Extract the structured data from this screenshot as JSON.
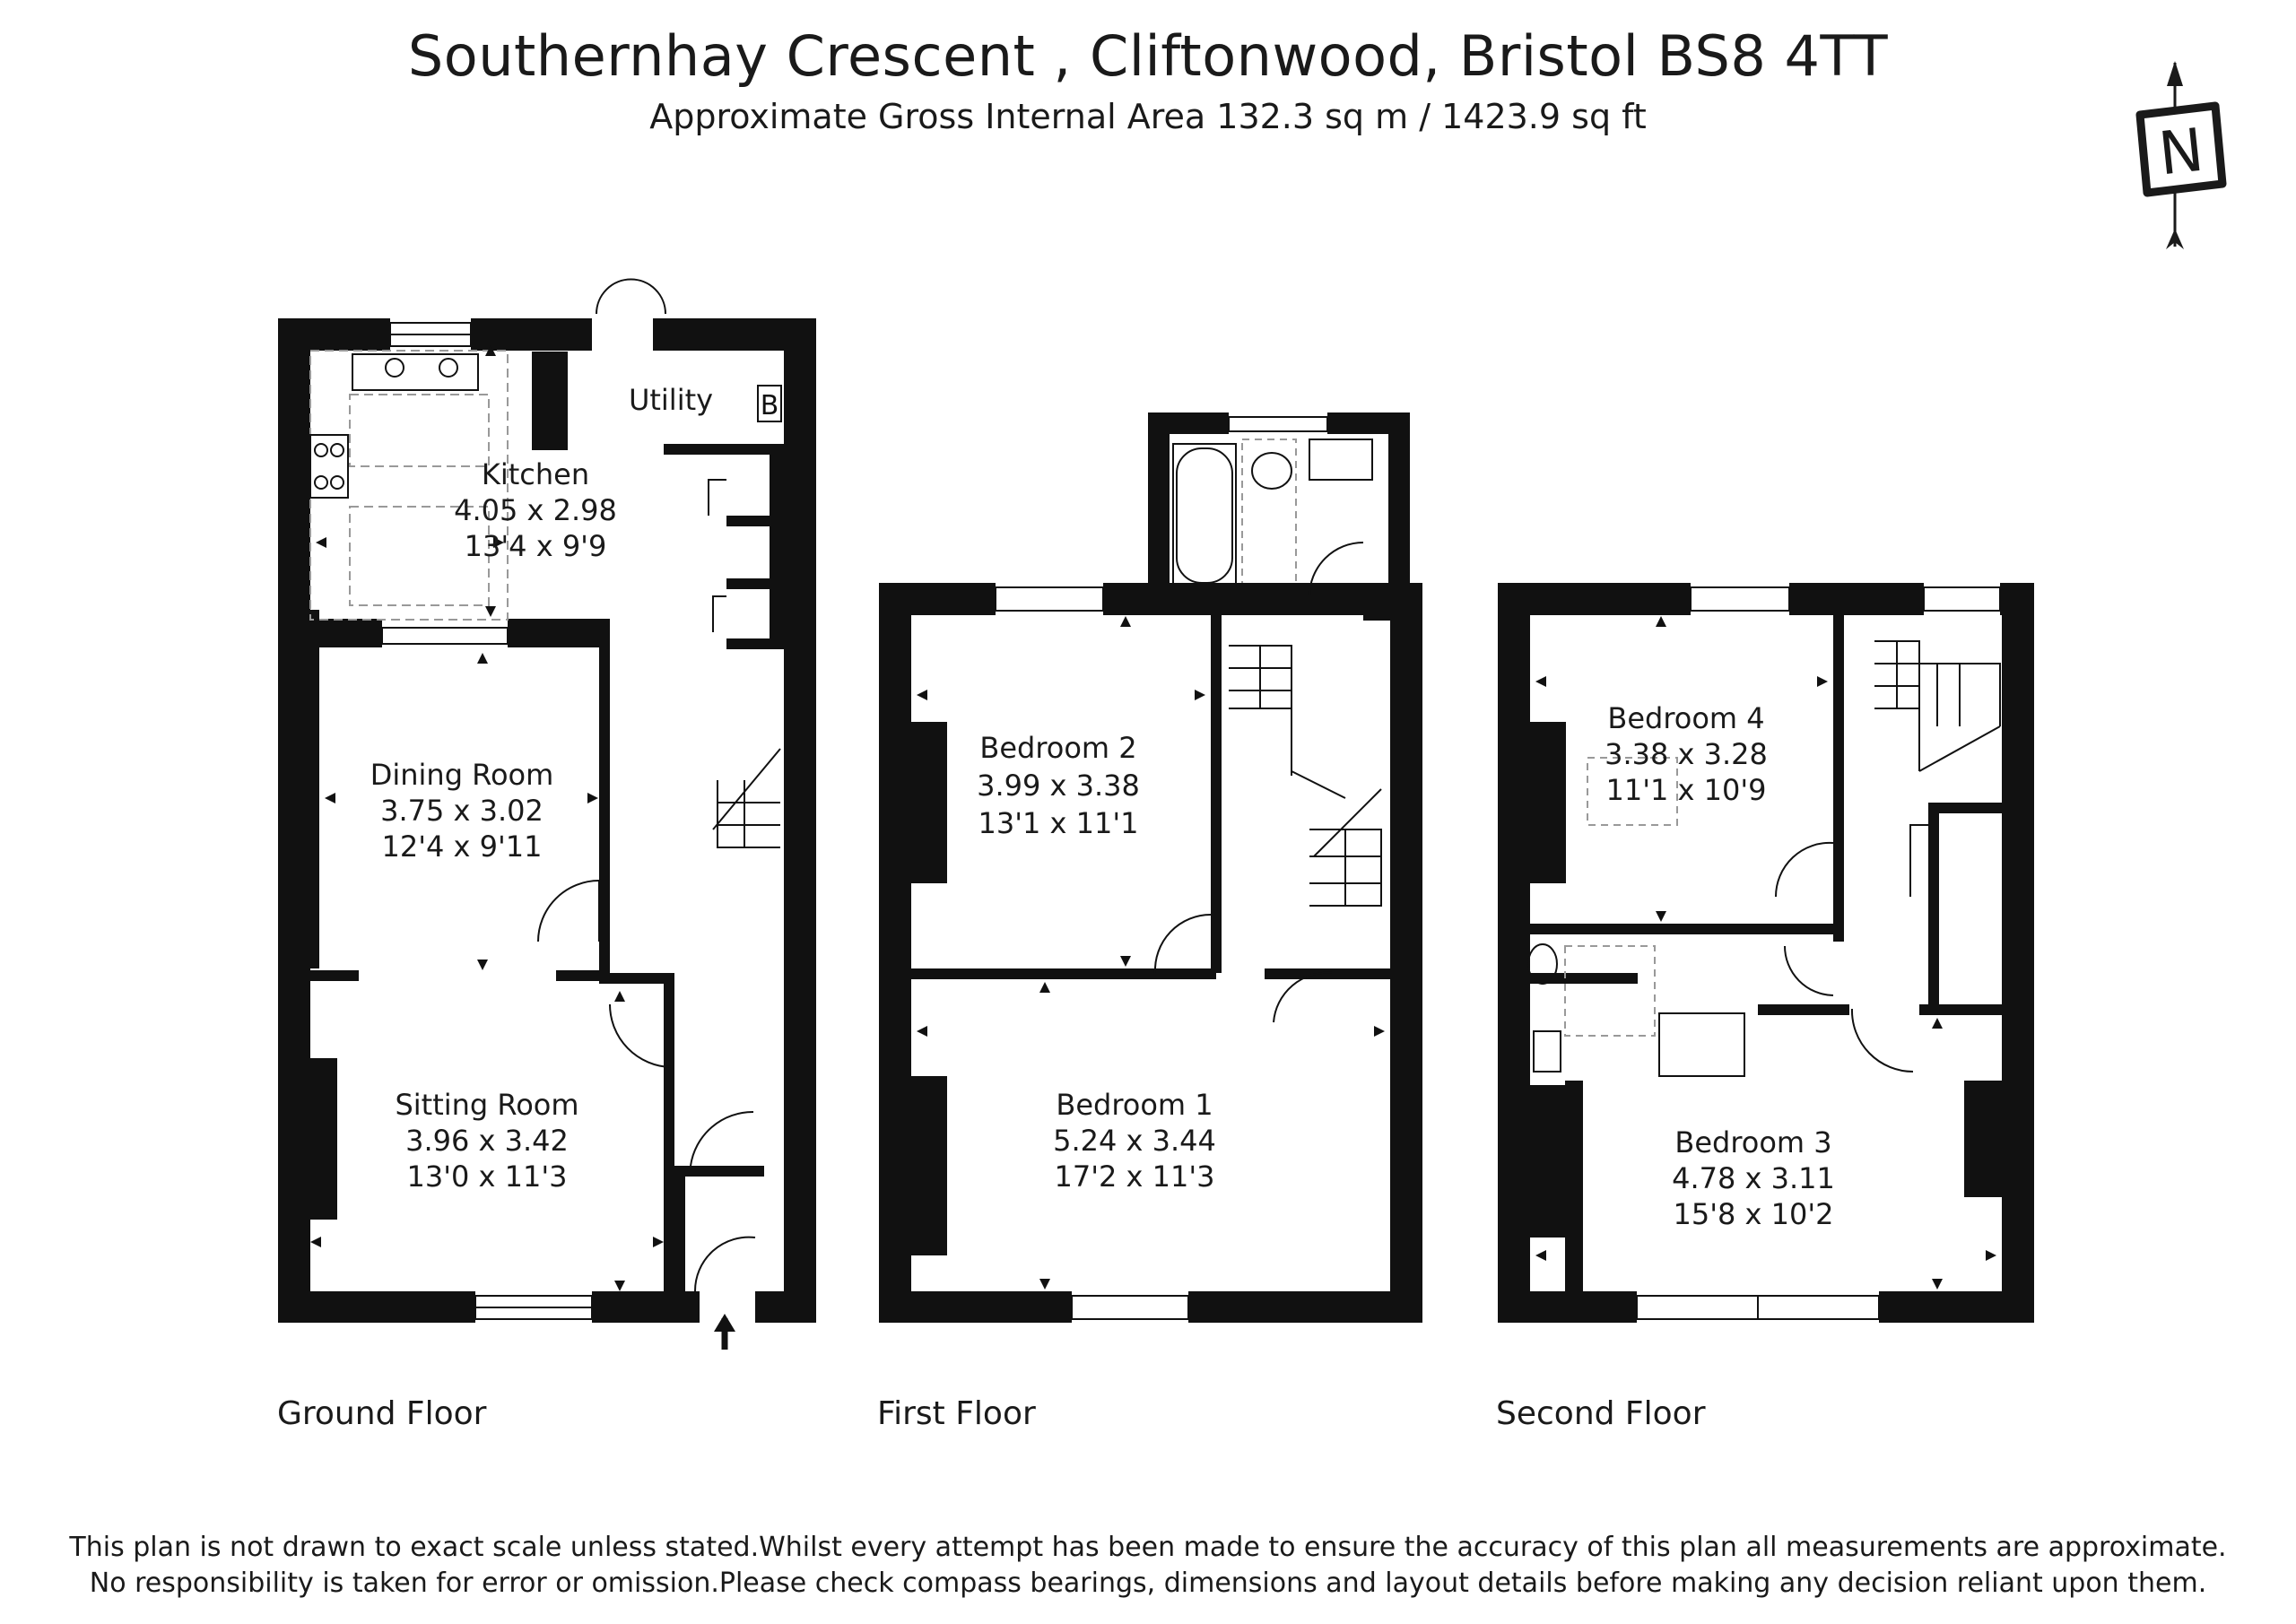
{
  "header": {
    "title": "Southernhay  Crescent , Cliftonwood, Bristol BS8 4TT",
    "subtitle": "Approximate Gross Internal Area 132.3 sq m / 1423.9 sq ft"
  },
  "compass": {
    "letter": "N"
  },
  "floors": {
    "ground": {
      "label": "Ground Floor",
      "utility": {
        "name": "Utility",
        "boiler": "B"
      },
      "kitchen": {
        "name": "Kitchen",
        "metric": "4.05 x 2.98",
        "imperial": "13'4 x 9'9"
      },
      "dining": {
        "name": "Dining Room",
        "metric": "3.75 x 3.02",
        "imperial": "12'4 x 9'11"
      },
      "sitting": {
        "name": "Sitting Room",
        "metric": "3.96 x 3.42",
        "imperial": "13'0 x 11'3"
      }
    },
    "first": {
      "label": "First Floor",
      "bedroom2": {
        "name": "Bedroom 2",
        "metric": "3.99 x 3.38",
        "imperial": "13'1 x 11'1"
      },
      "bedroom1": {
        "name": "Bedroom 1",
        "metric": "5.24 x 3.44",
        "imperial": "17'2 x 11'3"
      }
    },
    "second": {
      "label": "Second Floor",
      "bedroom4": {
        "name": "Bedroom 4",
        "metric": "3.38 x 3.28",
        "imperial": "11'1 x 10'9"
      },
      "bedroom3": {
        "name": "Bedroom 3",
        "metric": "4.78 x 3.11",
        "imperial": "15'8 x 10'2"
      }
    }
  },
  "footer": {
    "line1": "This plan is not drawn to exact scale unless stated.Whilst every attempt has been made to ensure the accuracy of this plan all measurements are approximate.",
    "line2": "No responsibility is taken for error or omission.Please check compass bearings, dimensions and layout details before making any decision reliant upon them."
  }
}
